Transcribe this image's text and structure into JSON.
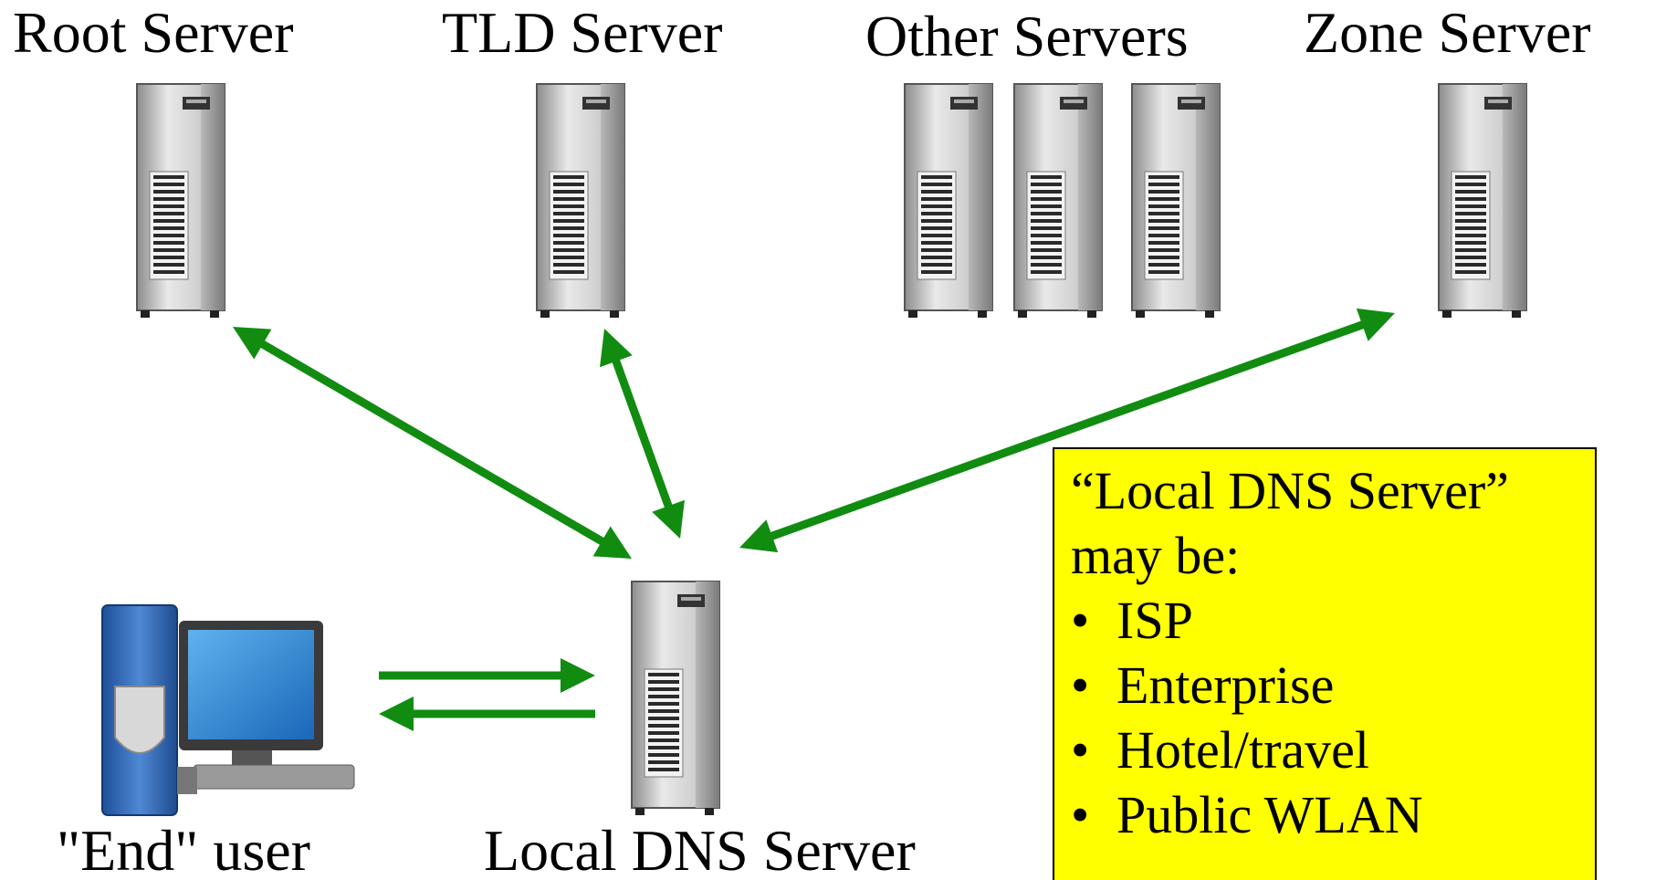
{
  "labels": {
    "root_server": "Root Server",
    "tld_server": "TLD Server",
    "other_servers": "Other Servers",
    "zone_server": "Zone Server",
    "end_user": "\"End\" user",
    "local_dns_server": "Local DNS Server"
  },
  "note": {
    "title_line1": "“Local DNS Server”",
    "title_line2": "may be:",
    "bullet_char": "•",
    "items": [
      "ISP",
      "Enterprise",
      "Hotel/travel",
      "Public WLAN"
    ]
  },
  "colors": {
    "arrow": "#118c11",
    "note_background": "#ffff00",
    "server_body": "#c8c8c8",
    "monitor_screen": "#2f8fd8"
  },
  "icons": [
    "server-tower-icon",
    "desktop-computer-icon"
  ]
}
